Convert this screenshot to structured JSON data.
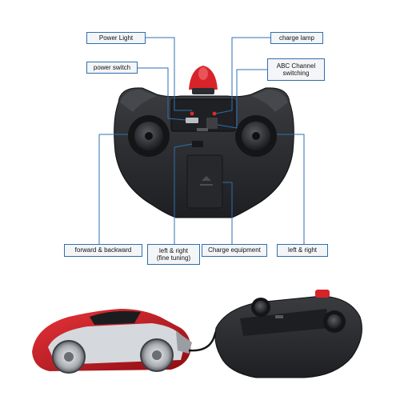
{
  "labels": {
    "power_light": "Power Light",
    "charge_lamp": "charge lamp",
    "power_switch": "power switch",
    "abc_channel": "ABC Channel\nswitching",
    "forward_backward": "forward & backward",
    "left_right_fine": "left & right\n(fine tuning)",
    "charge_equipment": "Charge equipment",
    "left_right": "left & right"
  },
  "colors": {
    "callout_line": "#2f6fb0",
    "label_border": "#2f6fb0",
    "label_fill": "#f4f5f7",
    "controller_body": "#2b2d30",
    "antenna_red": "#d8232a",
    "car_red": "#c4161c",
    "car_silver": "#d5d8dc"
  }
}
